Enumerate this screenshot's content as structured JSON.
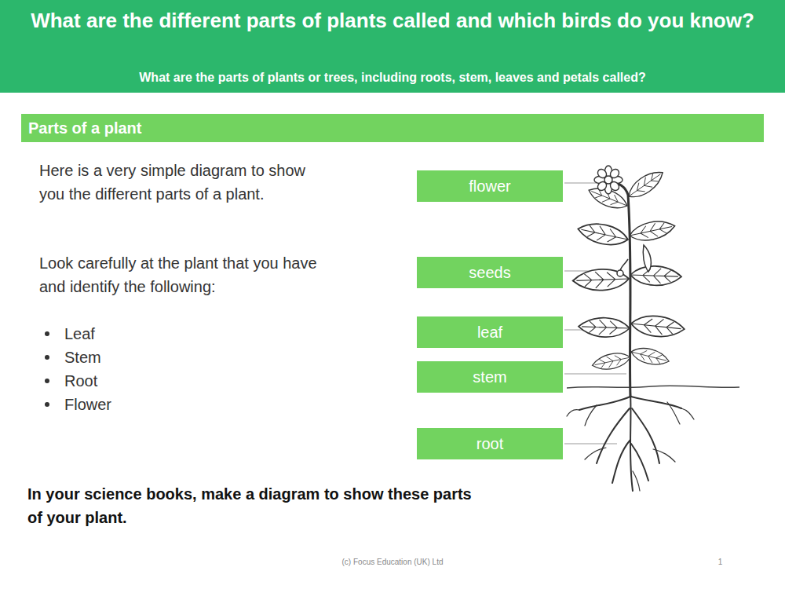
{
  "diagram": {
    "title": "What are the different parts of plants called and which birds do you know?",
    "nodes": [
      {
        "text": [
          "Parts of a plant"
        ]
      },
      {
        "text": [
          "flower"
        ]
      },
      {
        "text": [
          "seeds"
        ]
      },
      {
        "text": [
          "leaf"
        ]
      },
      {
        "text": [
          "stem"
        ]
      },
      {
        "text": [
          "root"
        ]
      }
    ],
    "labels": [
      "What are the parts of plants or trees, including roots, stem, leaves and petals called?",
      "Here is a very simple diagram to show you the different parts of a plant.",
      "Look carefully at the plant that you have and identify the following:",
      "Leaf",
      "Stem",
      "Root",
      "Flower",
      "In your science books, make a diagram to show these parts of your plant.",
      "(c) Focus Education (UK) Ltd",
      "1"
    ]
  }
}
